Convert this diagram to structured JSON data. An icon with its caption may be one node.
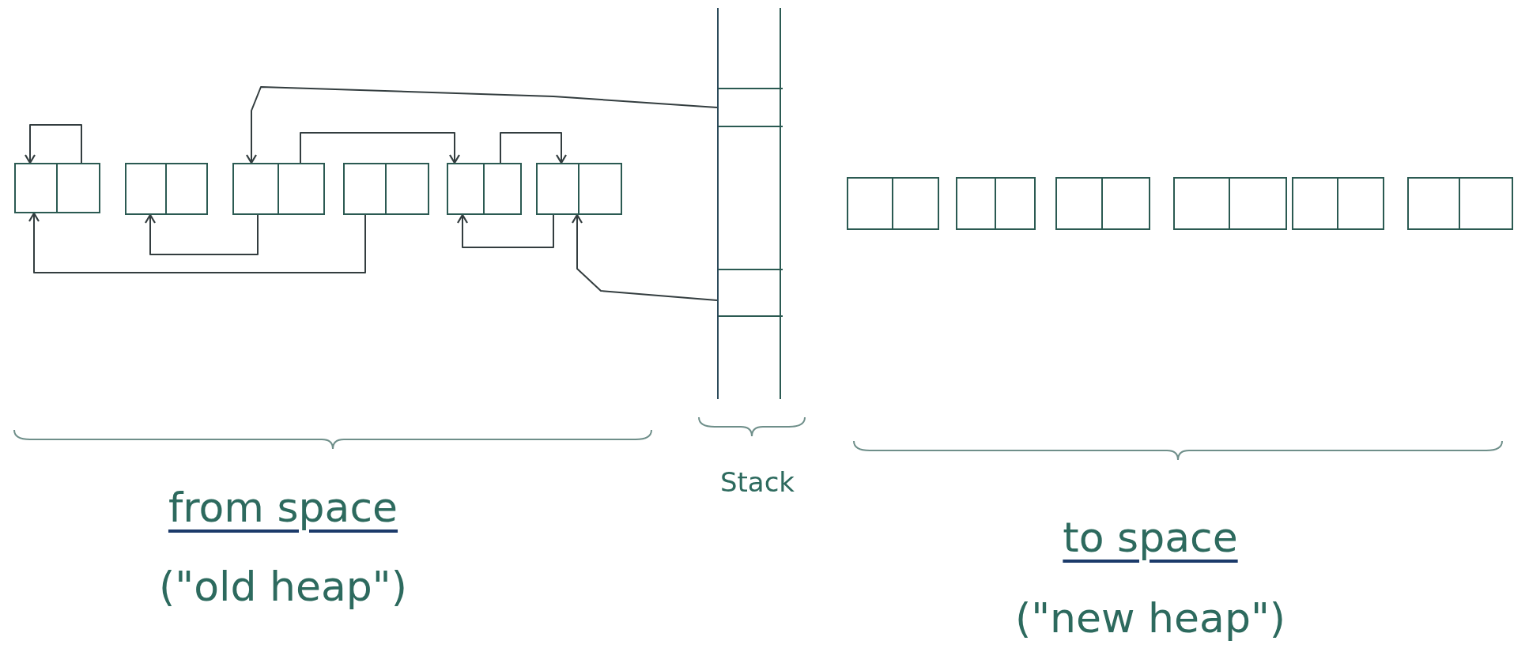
{
  "diagram": {
    "nodes": [
      {
        "text": [],
        "shape": "box"
      },
      {
        "text": [],
        "shape": "box"
      },
      {
        "text": [],
        "shape": "box"
      },
      {
        "text": [],
        "shape": "box"
      },
      {
        "text": [],
        "shape": "box"
      },
      {
        "text": [],
        "shape": "box"
      },
      {
        "text": [],
        "shape": "bar"
      },
      {
        "text": [],
        "shape": "box",
        "in": 6
      },
      {
        "text": [],
        "shape": "box",
        "in": 6
      },
      {
        "text": [],
        "shape": "box"
      },
      {
        "text": [],
        "shape": "box"
      },
      {
        "text": [],
        "shape": "box"
      },
      {
        "text": [],
        "shape": "box"
      },
      {
        "text": [],
        "shape": "box"
      },
      {
        "text": [],
        "shape": "box"
      }
    ],
    "edges": [
      {
        "from": 0,
        "to": 0,
        "arrow": "to"
      },
      {
        "from": 2,
        "to": 1,
        "arrow": "to"
      },
      {
        "from": 2,
        "to": 4,
        "arrow": "to"
      },
      {
        "from": 3,
        "to": 0,
        "arrow": "to"
      },
      {
        "from": 4,
        "to": 5,
        "arrow": "to"
      },
      {
        "from": 5,
        "to": 4,
        "arrow": "to"
      },
      {
        "from": 7,
        "to": 2,
        "arrow": "to"
      },
      {
        "from": 8,
        "to": 5,
        "arrow": "to"
      }
    ],
    "labels": [
      "Stack",
      "from space",
      "(\"old heap\")",
      "to space",
      "(\"new heap\")"
    ]
  }
}
